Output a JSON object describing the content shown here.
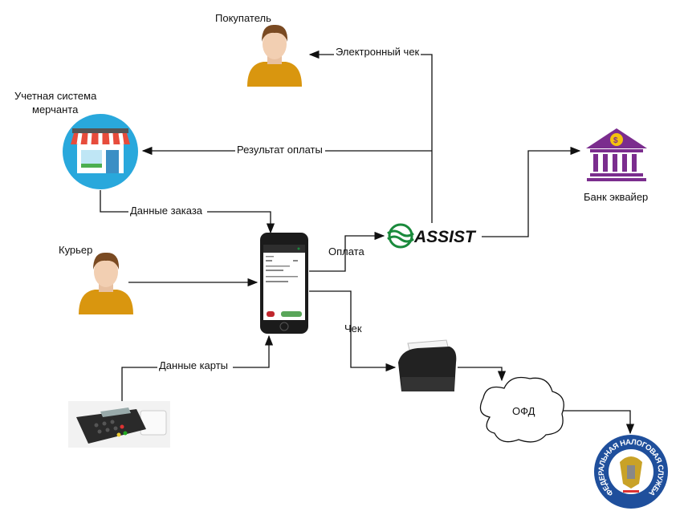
{
  "nodes": {
    "buyer": "Покупатель",
    "merchant": "Учетная система\nмерчанта",
    "merchant_line1": "Учетная система",
    "merchant_line2": "мерчанта",
    "courier": "Курьер",
    "bank": "Банк эквайер",
    "assist": "ASSIST",
    "ofd": "ОФД",
    "tax_service": "ФЕДЕРАЛЬНАЯ НАЛОГОВАЯ СЛУЖБА"
  },
  "edges": {
    "receipt_email": "Электронный чек",
    "payment_result": "Результат оплаты",
    "order_data": "Данные заказа",
    "payment": "Оплата",
    "receipt": "Чек",
    "card_data": "Данные карты"
  },
  "colors": {
    "assist_green": "#1a8a3c",
    "bank_purple": "#7b2d8e",
    "store_circle": "#29a8dc",
    "shirt": "#d9960f",
    "line": "#111111"
  }
}
